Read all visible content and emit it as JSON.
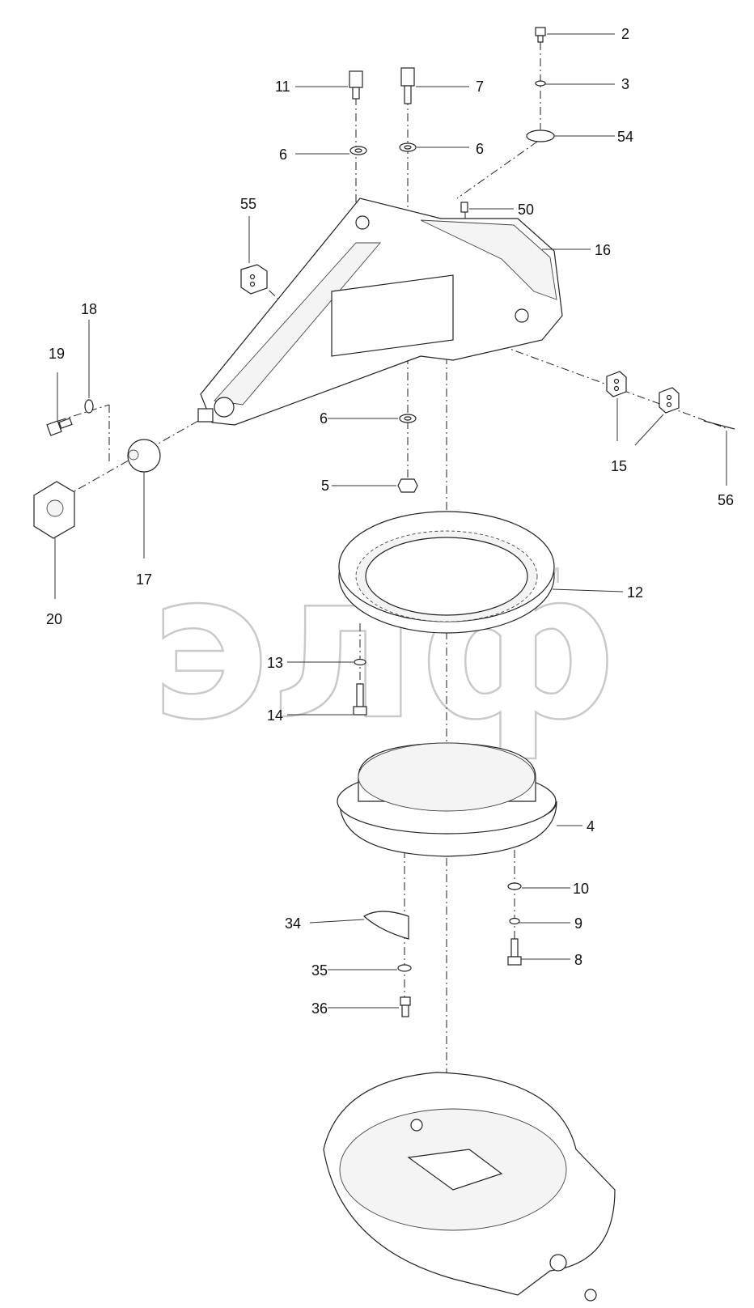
{
  "watermark": {
    "text": "элф",
    "trademark": "TM"
  },
  "callouts": {
    "c2": "2",
    "c3": "3",
    "c54": "54",
    "c7": "7",
    "c11": "11",
    "c6a": "6",
    "c6b": "6",
    "c6c": "6",
    "c50": "50",
    "c16": "16",
    "c55": "55",
    "c18": "18",
    "c19": "19",
    "c15": "15",
    "c56": "56",
    "c5": "5",
    "c17": "17",
    "c20": "20",
    "c12": "12",
    "c13": "13",
    "c14": "14",
    "c4": "4",
    "c10": "10",
    "c9": "9",
    "c34": "34",
    "c8": "8",
    "c35": "35",
    "c36": "36"
  }
}
